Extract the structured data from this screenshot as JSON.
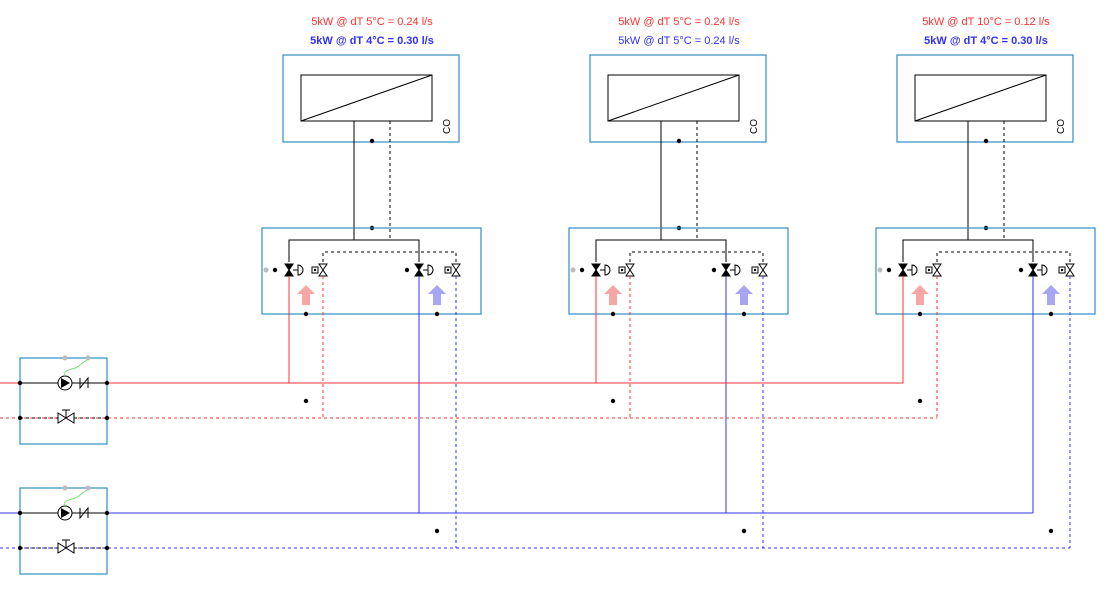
{
  "colors": {
    "heating": "#ff3030",
    "cooling": "#3030ff",
    "box_border": "#2f8fc2",
    "pipe": "#000000",
    "arrow_heating": "#f7a6a6",
    "arrow_cooling": "#a6a6f2",
    "pump_link": "#7ee07e"
  },
  "units": [
    {
      "id": "unit-1",
      "heating_label": "5kW @ dT 5°C = 0.24 l/s",
      "cooling_label": "5kW @ dT 4°C = 0.30 l/s",
      "heating_bold": false,
      "cooling_bold": true,
      "tag": "CO"
    },
    {
      "id": "unit-2",
      "heating_label": "5kW @ dT 5°C = 0.24 l/s",
      "cooling_label": "5kW @ dT 5°C = 0.24 l/s",
      "heating_bold": false,
      "cooling_bold": false,
      "tag": "CO"
    },
    {
      "id": "unit-3",
      "heating_label": "5kW @ dT 10°C = 0.12 l/s",
      "cooling_label": "5kW @ dT 4°C = 0.30 l/s",
      "heating_bold": false,
      "cooling_bold": true,
      "tag": "CO"
    }
  ],
  "pump_stations": [
    {
      "id": "heating-pump-station",
      "circuit": "heating"
    },
    {
      "id": "cooling-pump-station",
      "circuit": "cooling"
    }
  ]
}
